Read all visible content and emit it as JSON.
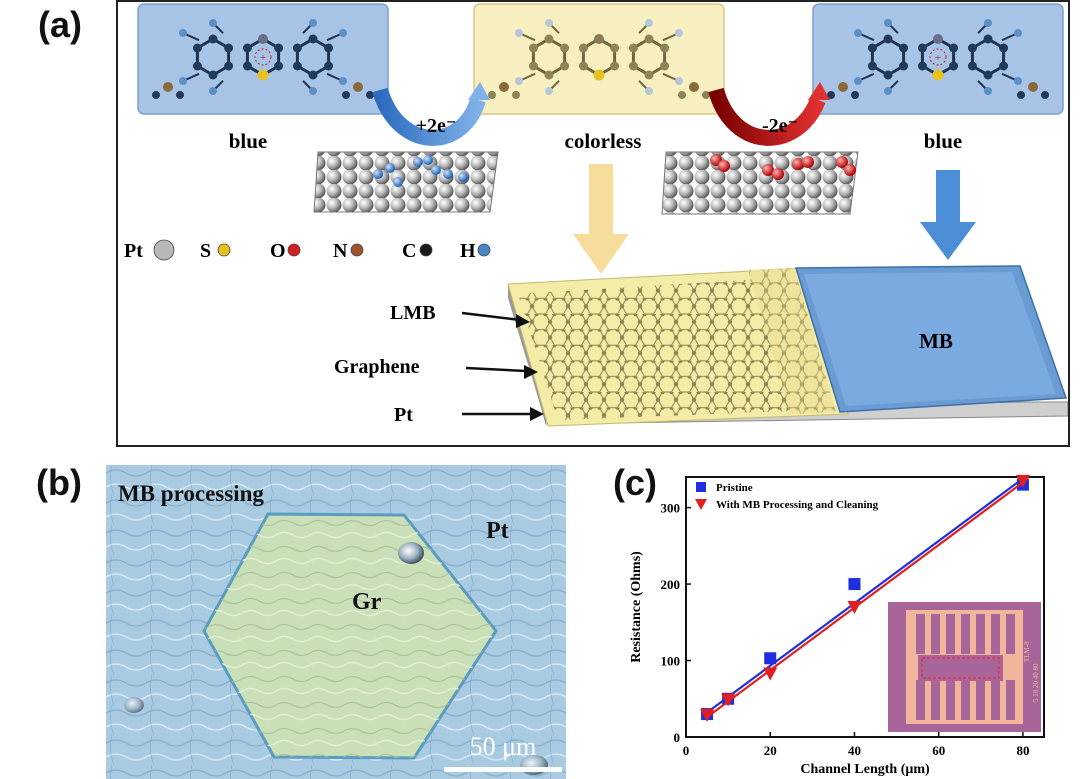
{
  "panel_labels": {
    "a": "(a)",
    "b": "(b)",
    "c": "(c)"
  },
  "panel_a": {
    "state_left": "blue",
    "state_middle": "colorless",
    "state_right": "blue",
    "arrow_reduce": "+2e⁻",
    "arrow_oxidize": "-2e⁻",
    "legend": [
      {
        "symbol": "Pt",
        "color": "#b8b8b8"
      },
      {
        "symbol": "S",
        "color": "#e7c21f"
      },
      {
        "symbol": "O",
        "color": "#d21f1f"
      },
      {
        "symbol": "N",
        "color": "#a0522d"
      },
      {
        "symbol": "C",
        "color": "#1a1a1a"
      },
      {
        "symbol": "H",
        "color": "#4a88c8"
      }
    ],
    "device_labels": {
      "lmb": "LMB",
      "graphene": "Graphene",
      "pt": "Pt",
      "mb": "MB"
    },
    "colors": {
      "blue_box": "#a7c3e6",
      "yellow_box": "#f7efbf",
      "mb_pad": "#6a9bd3",
      "lmb_film": "#f3eca7"
    }
  },
  "panel_b": {
    "title": "MB processing",
    "gr_label": "Gr",
    "pt_label": "Pt",
    "scale_bar": "50 μm",
    "colors": {
      "background": "#a9cbe2",
      "flake": "#c9dfb7"
    }
  },
  "chart_data": {
    "type": "scatter",
    "xlabel": "Channel Length (μm)",
    "ylabel": "Resistance (Ohms)",
    "xlim": [
      0,
      85
    ],
    "ylim": [
      0,
      340
    ],
    "xticks": [
      0,
      20,
      40,
      60,
      80
    ],
    "yticks": [
      0,
      100,
      200,
      300
    ],
    "legend_position": "top-left",
    "series": [
      {
        "name": "Pristine",
        "marker": "square",
        "color": "#1f2fe0",
        "x": [
          5,
          10,
          20,
          40,
          80
        ],
        "y": [
          30,
          50,
          103,
          200,
          330
        ],
        "fit": [
          [
            5,
            32
          ],
          [
            80,
            338
          ]
        ]
      },
      {
        "name": "With MB Processing and Cleaning",
        "marker": "triangle-down",
        "color": "#e01f1f",
        "x": [
          5,
          10,
          20,
          40,
          80
        ],
        "y": [
          29,
          49,
          83,
          170,
          335
        ],
        "fit": [
          [
            5,
            26
          ],
          [
            80,
            333
          ]
        ]
      }
    ],
    "inset_text": [
      "TLM-8",
      "5 10 20 40 80"
    ]
  }
}
